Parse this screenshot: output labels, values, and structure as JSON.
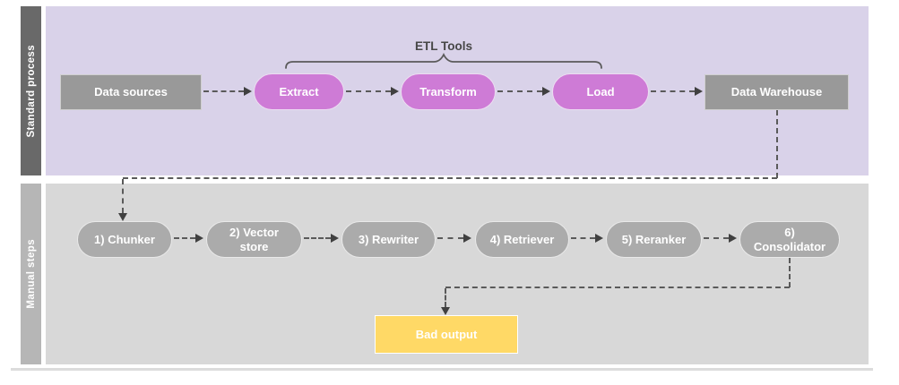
{
  "palette": {
    "lane_standard_bg": "#d9d2e9",
    "lane_standard_sidebar": "#696969",
    "lane_manual_bg": "#d8d8d8",
    "lane_manual_sidebar": "#b6b6b6",
    "box_gray": "#999999",
    "pill_magenta": "#ce7bd6",
    "pill_gray": "#ababab",
    "bad_output_yellow": "#ffd966",
    "connector_gray": "#5a5a5a"
  },
  "lanes": {
    "standard": {
      "label": "Standard process"
    },
    "manual": {
      "label": "Manual steps"
    }
  },
  "standard_process": {
    "data_sources": "Data sources",
    "etl_tools_label": "ETL Tools",
    "extract": "Extract",
    "transform": "Transform",
    "load": "Load",
    "data_warehouse": "Data Warehouse"
  },
  "manual_steps": {
    "steps": [
      {
        "label": "1) Chunker"
      },
      {
        "label": "2) Vector store"
      },
      {
        "label": "3) Rewriter"
      },
      {
        "label": "4) Retriever"
      },
      {
        "label": "5) Reranker"
      },
      {
        "label": "6) Consolidator"
      }
    ],
    "bad_output": "Bad output"
  }
}
